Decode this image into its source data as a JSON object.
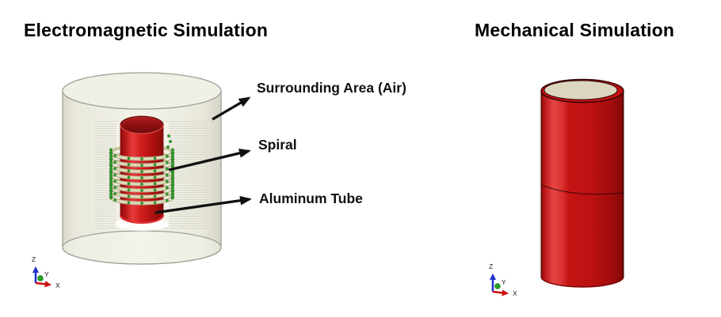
{
  "left_panel": {
    "title": "Electromagnetic Simulation",
    "annotations": [
      {
        "label": "Surrounding Area (Air)"
      },
      {
        "label": "Spiral"
      },
      {
        "label": "Aluminum Tube"
      }
    ],
    "axis_triad": {
      "x": "X",
      "y": "Y",
      "z": "Z"
    }
  },
  "right_panel": {
    "title": "Mechanical Simulation",
    "axis_triad": {
      "x": "X",
      "y": "Y",
      "z": "Z"
    }
  },
  "colors": {
    "model_red": "#c51515",
    "model_red_dark": "#8e0b0b",
    "coil_tan": "#ded9b8",
    "mesh_green": "#2ea22e",
    "air_surface": "#f1f0e6",
    "air_outline": "#a0a096",
    "annotation_black": "#101010",
    "axis_x_red": "#cc1111",
    "axis_y_green": "#22a022",
    "axis_z_blue": "#2233cc"
  }
}
